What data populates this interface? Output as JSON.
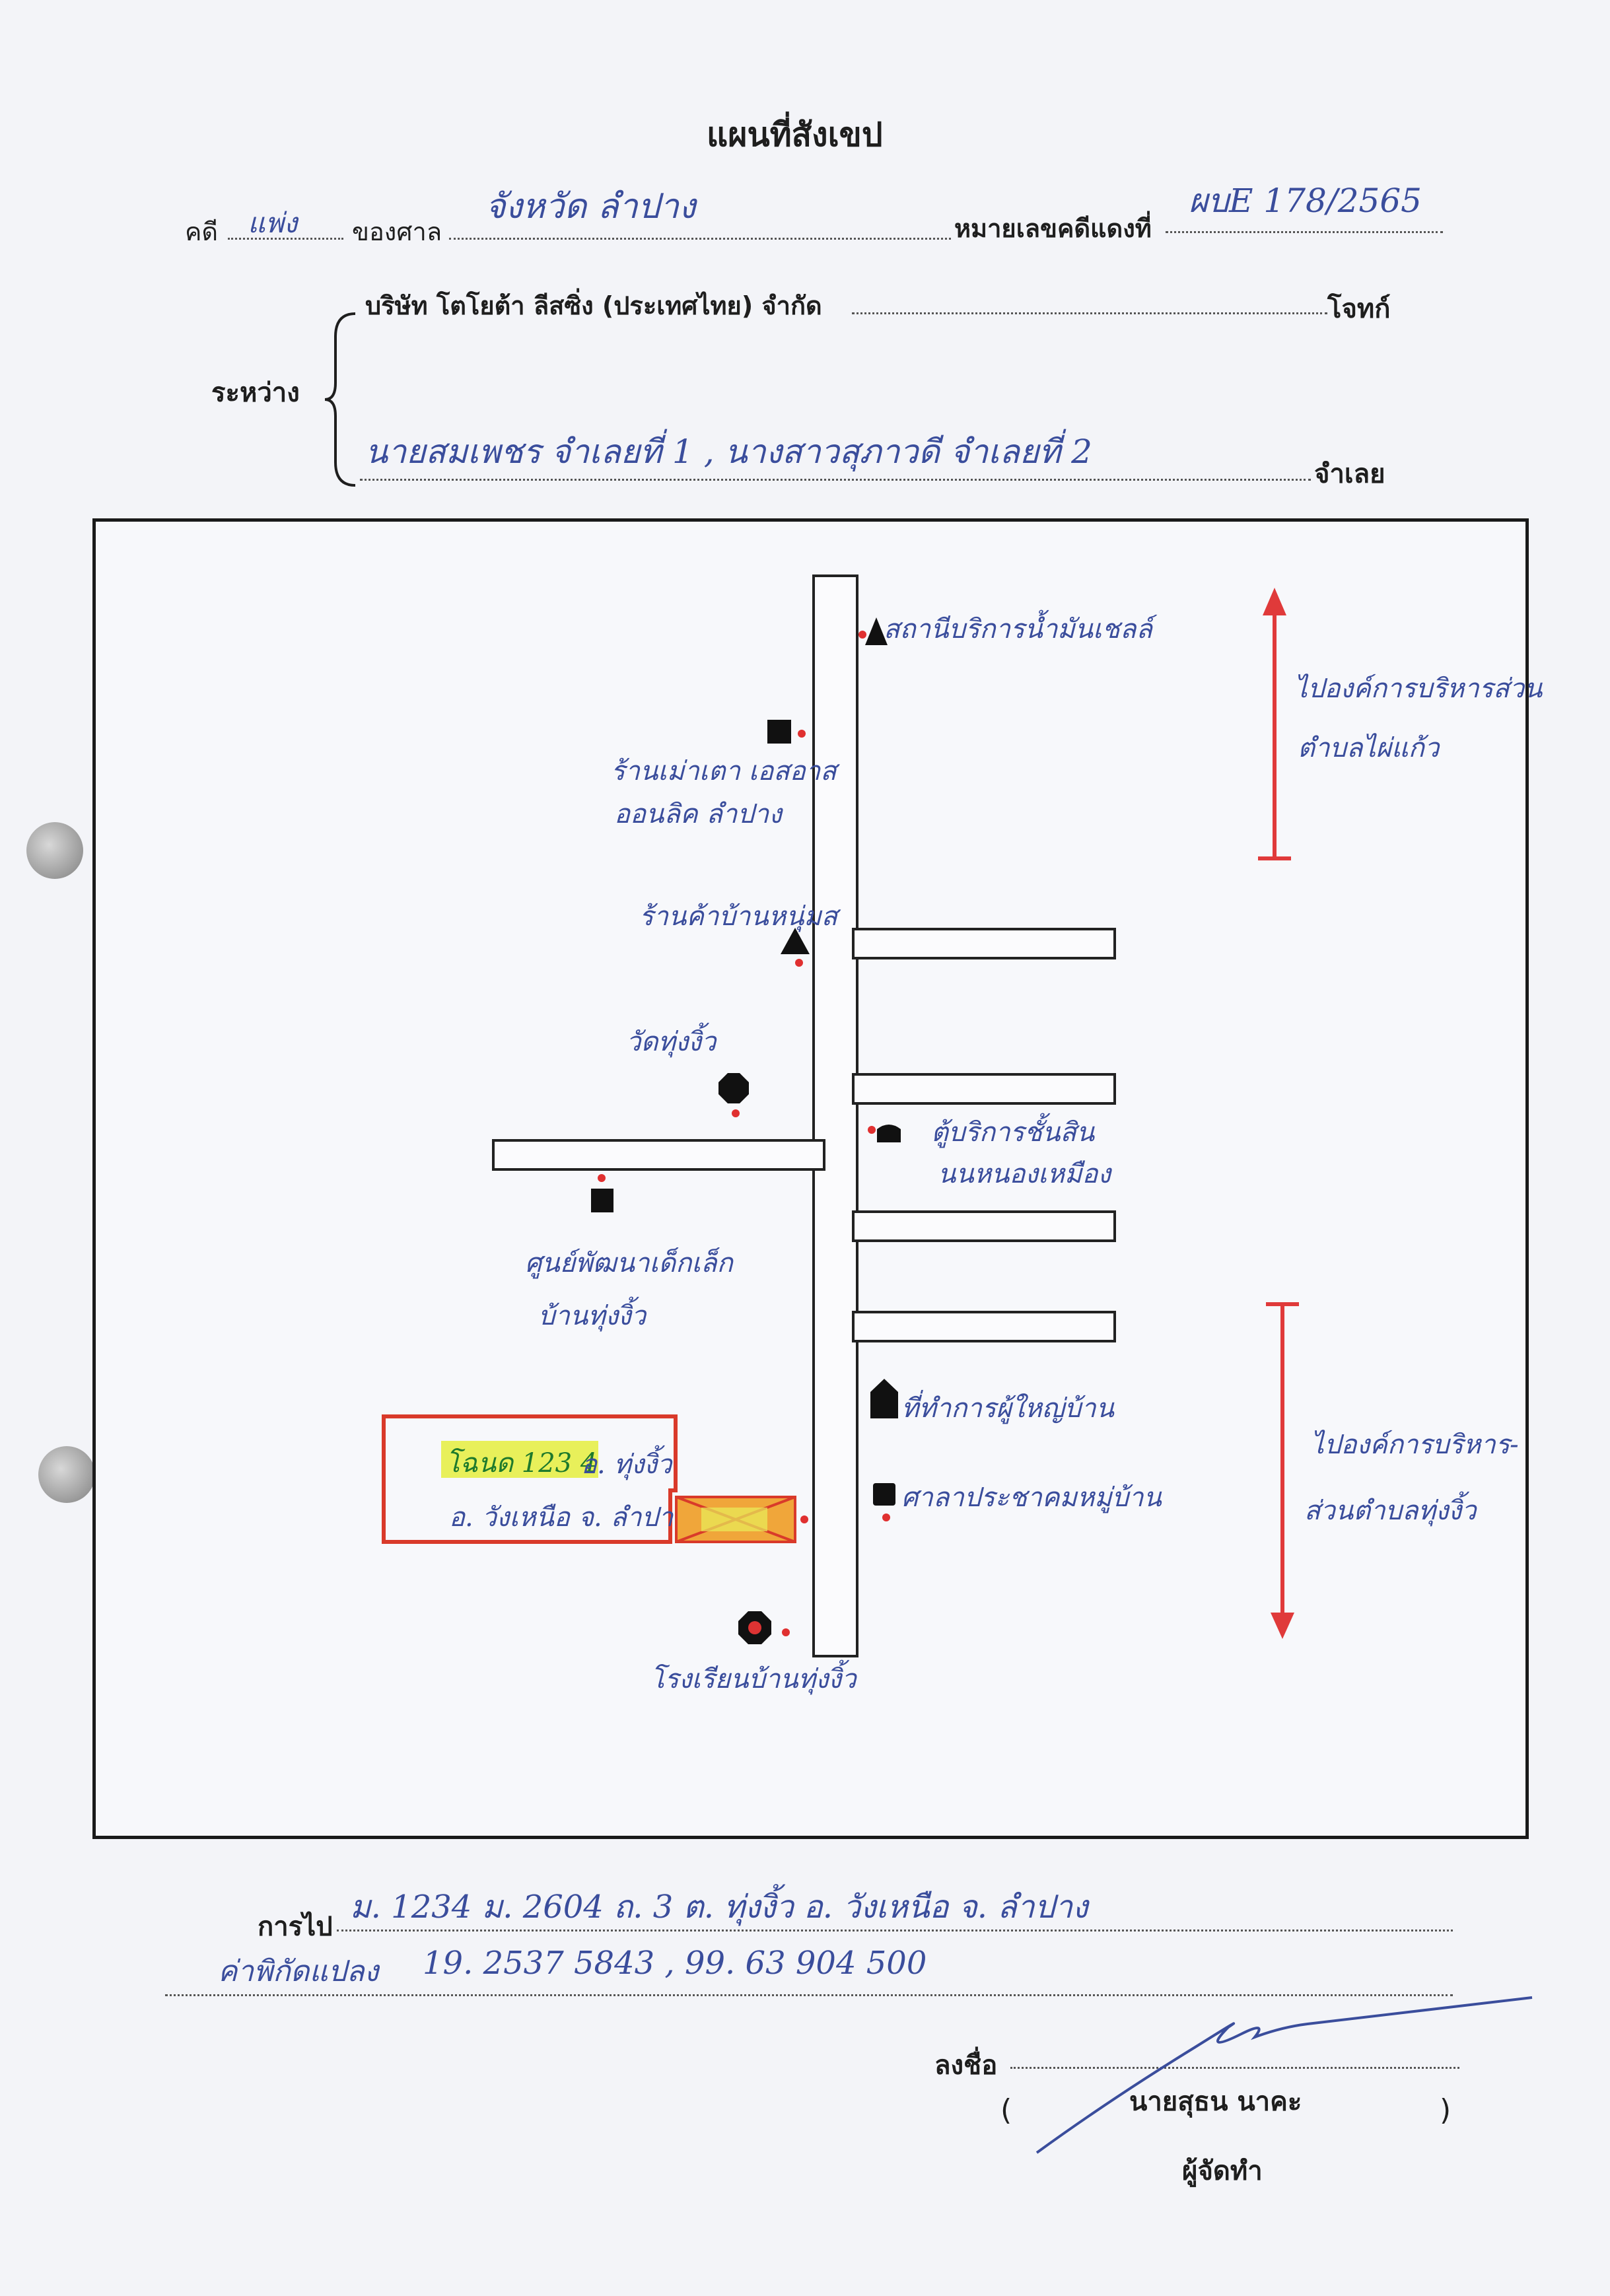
{
  "header": {
    "title": "แผนที่สังเขป",
    "case_label": "คดี",
    "case_type": "แพ่ง",
    "court_label": "ของศาล",
    "court_name": "จังหวัด ลำปาง",
    "red_case_label": "หมายเลขคดีแดงที่",
    "red_case_number": "ผบE 178/2565"
  },
  "parties": {
    "between_label": "ระหว่าง",
    "plaintiff_name": "บริษัท โตโยต้า ลีสซิ่ง (ประเทศไทย) จำกัด",
    "plaintiff_label": "โจทก์",
    "defendant_names": "นายสมเพชร จำเลยที่ 1 , นางสาวสุภาวดี จำเลยที่ 2",
    "defendant_label": "จำเลย"
  },
  "map": {
    "landmarks": {
      "gas_station": "สถานีบริการน้ำมันเชลล์",
      "store_line1": "ร้านเม่าเตา เอสอาส",
      "store_line2": "ออนลิค ลำปาง",
      "shop_name": "ร้านค้าบ้านหนุ่มส",
      "temple": "วัดทุ่งงิ้ว",
      "phone_line1": "ตู้บริการชั้นสิน",
      "phone_line2": "นนหนองเหมือง",
      "child_center_line1": "ศูนย์พัฒนาเด็กเล็ก",
      "child_center_line2": "บ้านทุ่งงิ้ว",
      "village_office": "ที่ทำการผู้ใหญ่บ้าน",
      "village_hall": "ศาลาประชาคมหมู่บ้าน",
      "school": "โรงเรียนบ้านทุ่งงิ้ว"
    },
    "target_box": {
      "line1_deed": "โฉนด 123 4",
      "line1_district": "อ. ทุ่งงิ้ว",
      "line2": "อ. วังเหนือ จ. ลำปาง"
    },
    "direction_north": {
      "line1": "ไปองค์การบริหารส่วน",
      "line2": "ตำบลไผ่แก้ว"
    },
    "direction_south": {
      "line1": "ไปองค์การบริหาร-",
      "line2": "ส่วนตำบลทุ่งงิ้ว"
    },
    "colors": {
      "arrow": "#e03a3a",
      "target_border": "#d93a2a",
      "highlight": "#e8f05a",
      "hatch_fill": "#f0a63a"
    }
  },
  "footer": {
    "route_label": "การไป",
    "route_value": "ม. 1234    ม. 2604    ถ. 3    ต. ทุ่งงิ้ว    อ. วังเหนือ    จ. ลำปาง",
    "coords_label": "ค่าพิกัดแปลง",
    "coords_value": "19. 2537 5843 , 99. 63 904 500",
    "sign_label": "ลงชื่อ",
    "signer_open": "(",
    "signer_name": "นายสุธน นาคะ",
    "signer_close": ")",
    "signer_role": "ผู้จัดทำ"
  }
}
